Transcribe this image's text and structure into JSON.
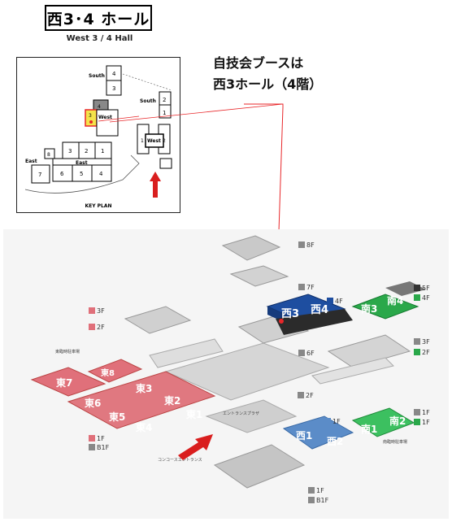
{
  "title": "西3･4 ホール",
  "subtitle": "West 3 / 4 Hall",
  "callout": {
    "line1": "自技会ブースは",
    "line2": "西3ホール（4階）"
  },
  "keyplan": {
    "caption": "KEY PLAN",
    "south_upper": "South",
    "south_right": "South",
    "west_left": "West",
    "west_right": "West",
    "east": "East",
    "hall_labels": [
      "4",
      "3",
      "4",
      "3",
      "2",
      "1",
      "2",
      "1",
      "3",
      "2",
      "1",
      "6",
      "5",
      "4",
      "8",
      "7"
    ]
  },
  "floors": {
    "f8": "8F",
    "f7": "7F",
    "f6": "6F",
    "f5": "5F",
    "f4": "4F",
    "f3": "3F",
    "f2": "2F",
    "f1": "1F",
    "b1": "B1F"
  },
  "halls": {
    "west3": "西3",
    "west4": "西4",
    "west1": "西1",
    "west2": "西2",
    "south3": "南3",
    "south4": "南4",
    "south1": "南1",
    "south2": "南2",
    "east1": "東1",
    "east2": "東2",
    "east3": "東3",
    "east4": "東4",
    "east5": "東5",
    "east6": "東6",
    "east7": "東7",
    "east8": "東8"
  },
  "colors": {
    "east": "#e0707a",
    "west_upper": "#1e4ea0",
    "south": "#2aa84a",
    "south_lower": "#3cc060",
    "west_lower": "#5b8cc8",
    "highlight": "#e8272a",
    "arrow": "#d91e1e",
    "gray": "#cfcfcf"
  },
  "labels": {
    "east_parking": "東臨時駐車場",
    "south_parking": "南臨時駐車場",
    "concourse": "エントランスプラザ",
    "station": "コンコースエントランス"
  }
}
